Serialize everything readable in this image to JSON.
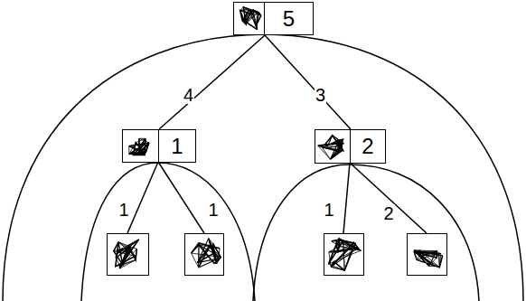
{
  "diagram": {
    "nodes": [
      {
        "text": [
          "5"
        ]
      },
      {
        "text": [
          "1"
        ]
      },
      {
        "text": [
          "2"
        ]
      }
    ],
    "edges": [
      {
        "from": 0,
        "to": 1,
        "label": "4",
        "arrow": "none"
      },
      {
        "from": 0,
        "to": 2,
        "label": "3",
        "arrow": "none"
      }
    ],
    "labels": [
      "1",
      "1",
      "1",
      "2"
    ]
  }
}
